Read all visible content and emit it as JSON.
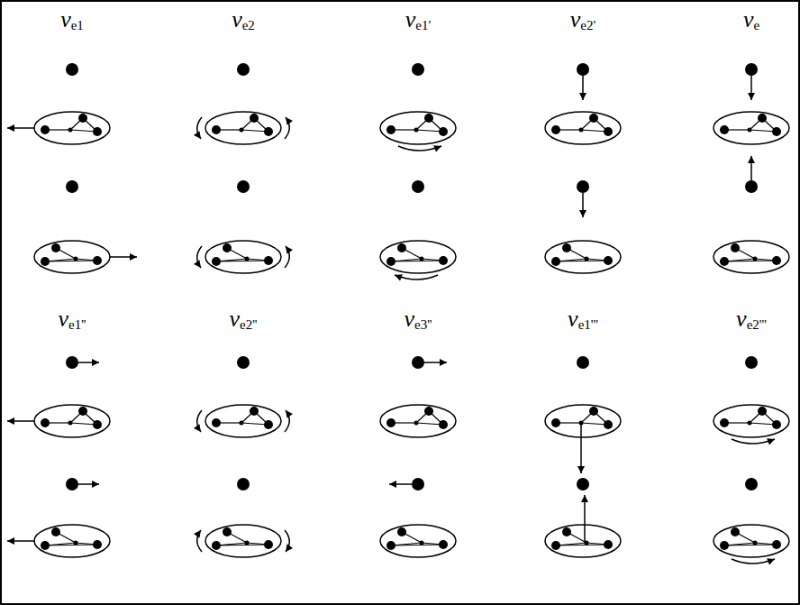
{
  "diagram": {
    "labels": [
      "νe1",
      "νe2",
      "νe1'",
      "νe2'",
      "νe",
      "νe1''",
      "νe2''",
      "νe3''",
      "νe1'''",
      "νe2'''"
    ]
  }
}
